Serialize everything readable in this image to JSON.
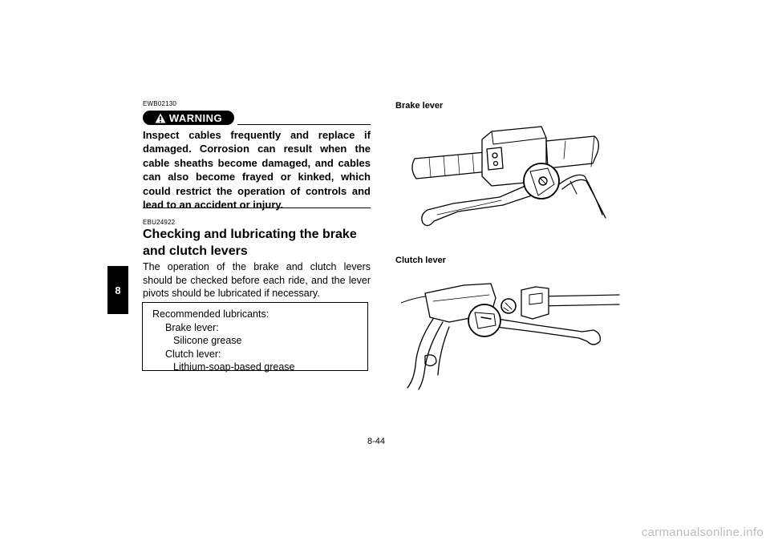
{
  "chapter_tab": "8",
  "warning": {
    "code": "EWB02130",
    "label": "WARNING",
    "text": "Inspect cables frequently and replace if damaged. Corrosion can result when the cable sheaths become damaged, and cables can also become frayed or kinked, which could restrict the operation of controls and lead to an accident or injury."
  },
  "section": {
    "code": "EBU24922",
    "title": "Checking and lubricating the brake and clutch levers",
    "body": "The operation of the brake and clutch levers should be checked before each ride, and the lever pivots should be lubricated if necessary."
  },
  "lubricants": {
    "heading": "Recommended lubricants:",
    "brake_label": "Brake lever:",
    "brake_value": "Silicone grease",
    "clutch_label": "Clutch lever:",
    "clutch_value": "Lithium-soap-based grease"
  },
  "figures": {
    "brake_caption": "Brake lever",
    "clutch_caption": "Clutch lever"
  },
  "page_number": "8-44",
  "watermark": "carmanualsonline.info"
}
